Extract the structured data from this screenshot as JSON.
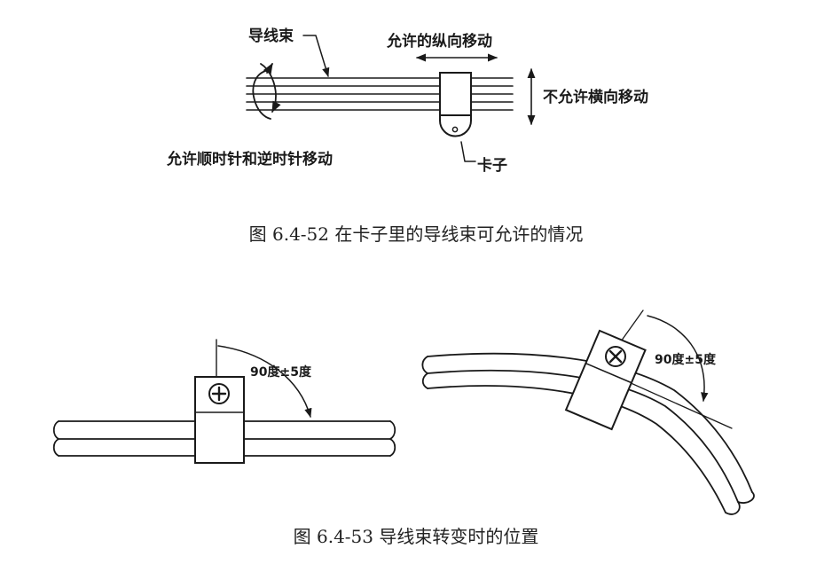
{
  "figure1": {
    "label_bundle": "导线束",
    "label_longitudinal": "允许的纵向移动",
    "label_no_lateral": "不允许横向移动",
    "label_rotation": "允许顺时针和逆时针移动",
    "label_clip": "卡子",
    "caption": "图 6.4-52 在卡子里的导线束可允许的情况"
  },
  "figure2": {
    "angle_label_left": "90度±5度",
    "angle_label_right": "90度±5度",
    "caption": "图 6.4-53 导线束转变时的位置"
  }
}
